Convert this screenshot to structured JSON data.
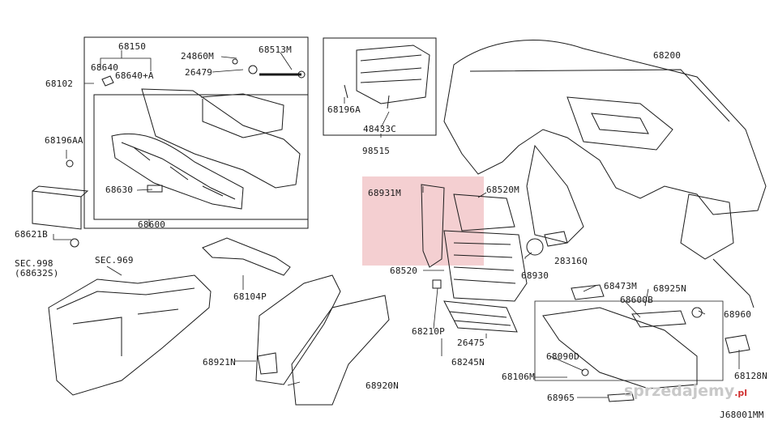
{
  "diagram": {
    "part_labels": {
      "p68150": "68150",
      "p68640": "68640",
      "p68640A": "68640+A",
      "p24860M": "24860M",
      "p26479": "26479",
      "p68513M": "68513M",
      "p68102": "68102",
      "p68196AA": "68196AA",
      "p68630": "68630",
      "p68600": "68600",
      "p68621B": "68621B",
      "sec998": "SEC.998",
      "sec998sub": "(68632S)",
      "sec969": "SEC.969",
      "p68196A": "68196A",
      "p48433C": "48433C",
      "p98515": "98515",
      "p68200": "68200",
      "p68931M": "68931M",
      "p68520M": "68520M",
      "p68520": "68520",
      "p28316Q": "28316Q",
      "p68930": "68930",
      "p68104P": "68104P",
      "p68473M": "68473M",
      "p68925N": "68925N",
      "p68600B": "68600B",
      "p68960": "68960",
      "p68210P": "68210P",
      "p26475": "26475",
      "p68245N": "68245N",
      "p68921N": "68921N",
      "p68920N": "68920N",
      "p68090D": "68090D",
      "p68106M": "68106M",
      "p68128N": "68128N",
      "p68965": "68965",
      "diagram_code": "J68001MM"
    },
    "watermark": {
      "text": "sprzedajemy",
      "suffix": ".pl"
    },
    "colors": {
      "line": "#1a1a1a",
      "highlight": "#f2c7c9",
      "watermark": "#c9c9c9"
    }
  }
}
